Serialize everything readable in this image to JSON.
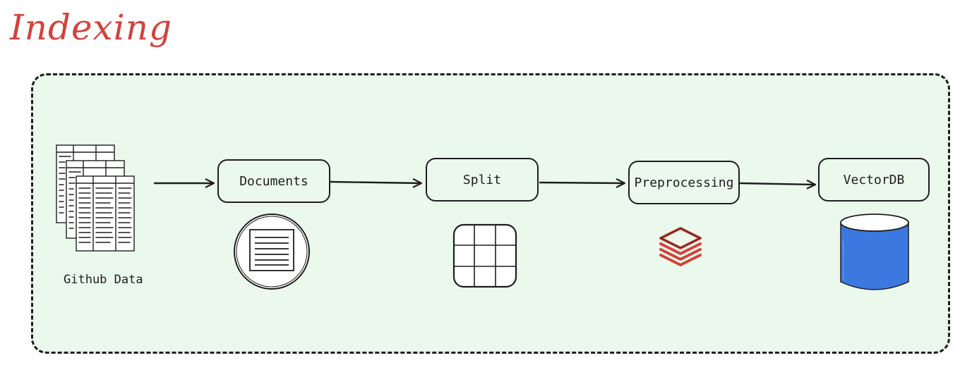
{
  "title": "Indexing",
  "source": {
    "label": "Github Data",
    "icon": "table-documents-icon"
  },
  "nodes": [
    {
      "id": "documents",
      "label": "Documents",
      "icon": "document-circle-icon"
    },
    {
      "id": "split",
      "label": "Split",
      "icon": "grid-icon"
    },
    {
      "id": "preprocessing",
      "label": "Preprocessing",
      "icon": "stacked-layers-icon"
    },
    {
      "id": "vectordb",
      "label": "VectorDB",
      "icon": "database-cylinder-icon"
    }
  ],
  "colors": {
    "title": "#d2433a",
    "panel_background": "#ebf9ed",
    "stroke": "#1e1e1e",
    "database": "#3b78e0",
    "layers": "#d2433a"
  }
}
